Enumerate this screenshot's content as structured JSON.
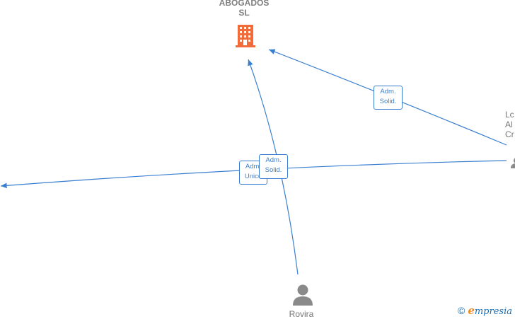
{
  "nodes": {
    "company": {
      "label_line1": "ABOGADOS",
      "label_line2": "SL"
    },
    "person_bottom": {
      "label": "Rovira"
    },
    "person_right": {
      "label_line1": "Lc",
      "label_line2": "Al",
      "label_line3": "Cr"
    }
  },
  "edges": {
    "right_to_company": {
      "line1": "Adm.",
      "line2": "Solid."
    },
    "right_to_left": {
      "line1": "Adm.",
      "line2": "Unico"
    },
    "bottom_to_company": {
      "line1": "Adm.",
      "line2": "Solid."
    }
  },
  "watermark": {
    "copyright": "©",
    "e": "e",
    "brand": "mpresia"
  },
  "colors": {
    "edge": "#3a7fcf",
    "company_icon": "#f26b3a",
    "person_icon": "#8a8a8a"
  }
}
